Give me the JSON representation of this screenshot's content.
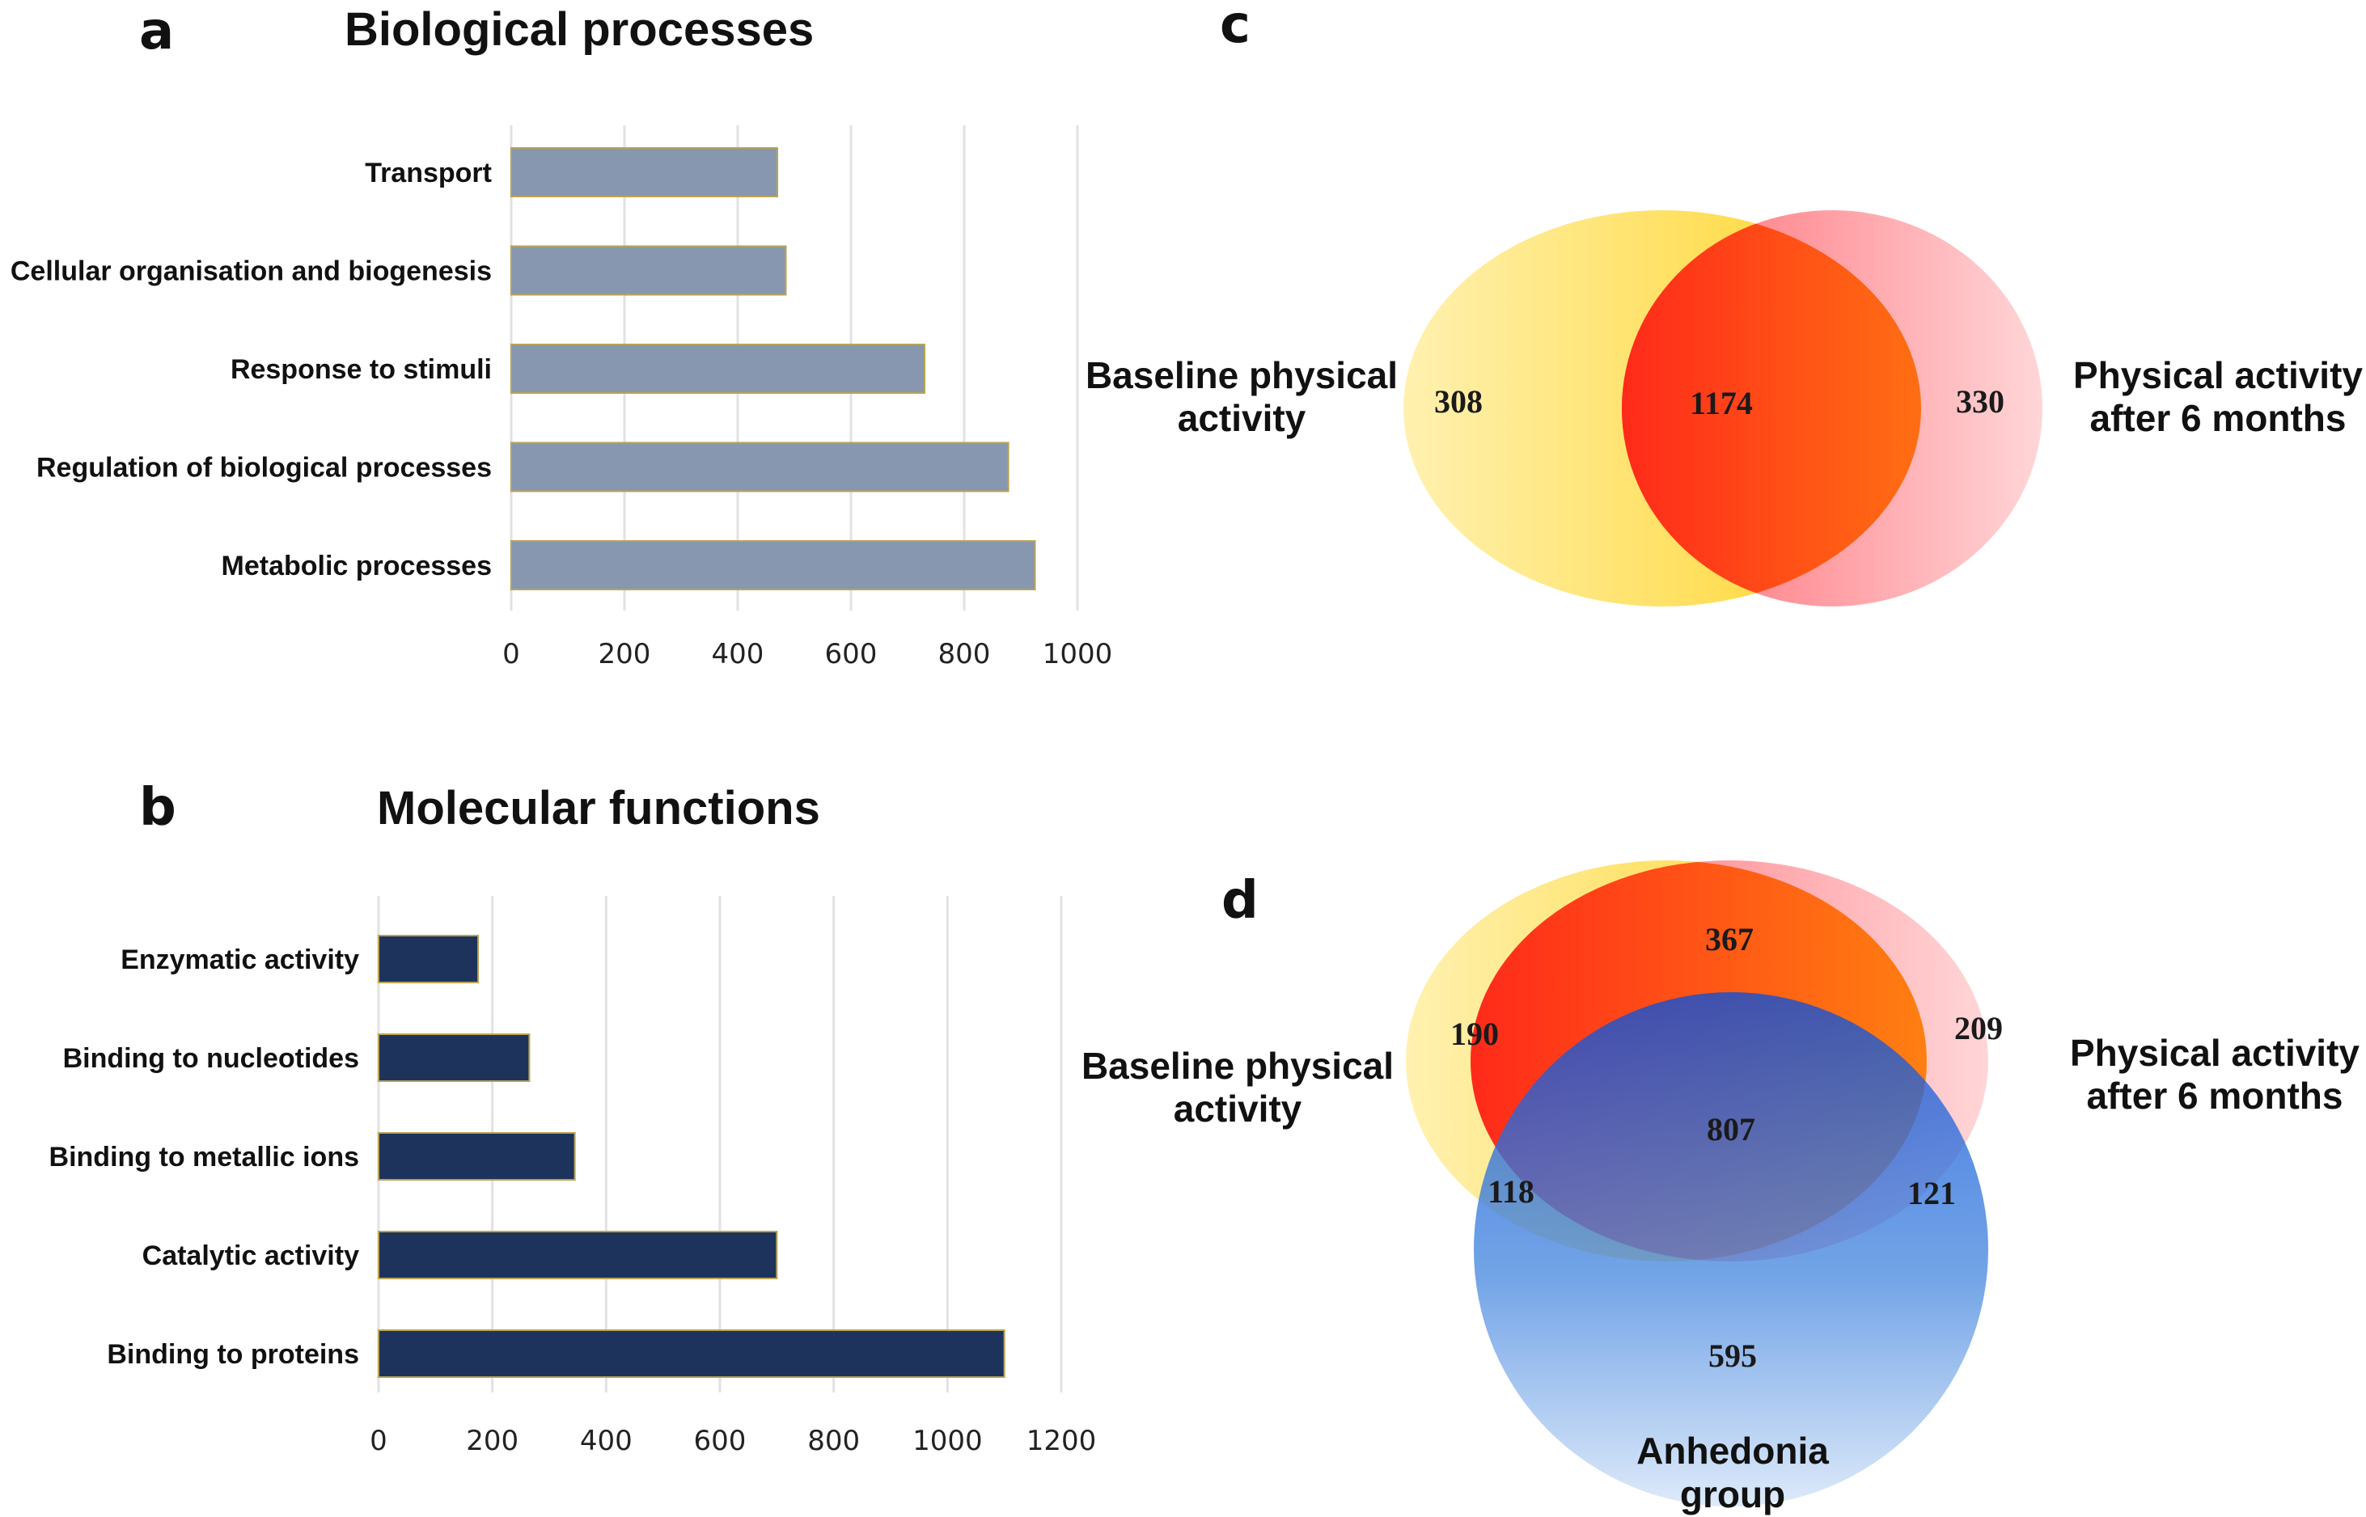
{
  "panels": {
    "a": "a",
    "b": "b",
    "c": "c",
    "d": "d"
  },
  "colors": {
    "bar_a": "#8797b0",
    "bar_b": "#1e335c",
    "bar_edge": "#b9a454",
    "venn_yellow": "#ffd633",
    "venn_red": "#ff3322",
    "venn_pink": "#ff7a80",
    "venn_blue": "#2f6fd6"
  },
  "chart_data": [
    {
      "type": "bar",
      "orientation": "horizontal",
      "title": "Biological processes",
      "categories": [
        "Transport",
        "Cellular organisation and biogenesis",
        "Response to stimuli",
        "Regulation of biological processes",
        "Metabolic processes"
      ],
      "values": [
        470,
        485,
        730,
        878,
        925
      ],
      "xlim": [
        0,
        1000
      ],
      "xticks": [
        "0",
        "200",
        "400",
        "600",
        "800",
        "1000"
      ],
      "grid": true
    },
    {
      "type": "bar",
      "orientation": "horizontal",
      "title": "Molecular functions",
      "categories": [
        "Enzymatic activity",
        "Binding to nucleotides",
        "Binding to metallic ions",
        "Catalytic activity",
        "Binding to proteins"
      ],
      "values": [
        175,
        265,
        345,
        700,
        1100
      ],
      "xlim": [
        0,
        1200
      ],
      "xticks": [
        "0",
        "200",
        "400",
        "600",
        "800",
        "1000",
        "1200"
      ],
      "grid": true
    },
    {
      "type": "venn",
      "sets": [
        {
          "label_line1": "Baseline physical",
          "label_line2": "activity"
        },
        {
          "label_line1": "Physical activity",
          "label_line2": "after 6 months"
        }
      ],
      "regions": {
        "only_baseline": "308",
        "both": "1174",
        "only_after": "330"
      }
    },
    {
      "type": "venn",
      "sets": [
        {
          "label_line1": "Baseline physical",
          "label_line2": "activity"
        },
        {
          "label_line1": "Physical activity",
          "label_line2": "after 6 months"
        },
        {
          "label_line1": "Anhedonia",
          "label_line2": "group"
        }
      ],
      "regions": {
        "only_baseline": "190",
        "baseline_after": "367",
        "only_after": "209",
        "all_three": "807",
        "baseline_anhedonia": "118",
        "after_anhedonia": "121",
        "only_anhedonia": "595"
      }
    }
  ]
}
